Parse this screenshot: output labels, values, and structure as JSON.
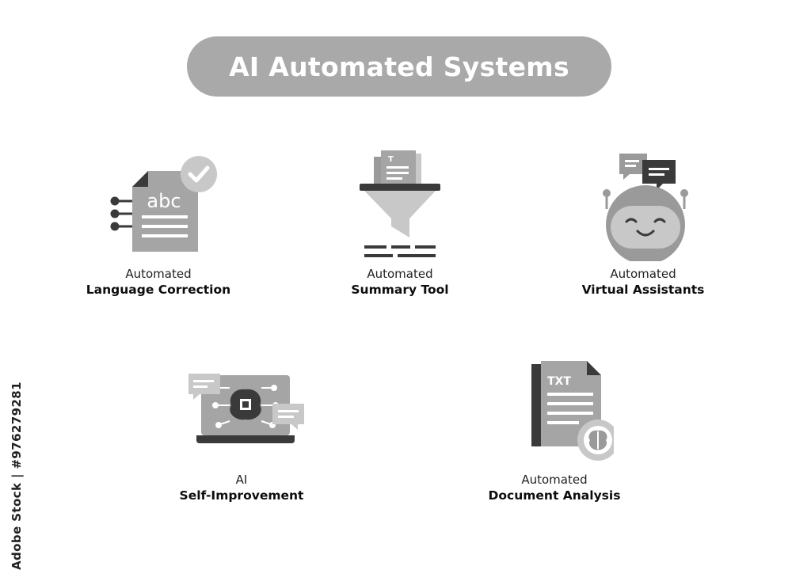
{
  "title": "AI Automated Systems",
  "items": [
    {
      "line1": "Automated",
      "line2": "Language Correction",
      "icon": "abc-document-check-icon"
    },
    {
      "line1": "Automated",
      "line2": "Summary Tool",
      "icon": "document-funnel-icon"
    },
    {
      "line1": "Automated",
      "line2": "Virtual Assistants",
      "icon": "robot-chat-icon"
    },
    {
      "line1": "AI",
      "line2": "Self-Improvement",
      "icon": "laptop-brain-chip-icon"
    },
    {
      "line1": "Automated",
      "line2": "Document Analysis",
      "icon": "txt-document-brain-icon"
    }
  ],
  "icon_text": {
    "abc": "abc",
    "txt": "TXT",
    "t": "T"
  },
  "watermark": "Adobe Stock | #976279281",
  "colors": {
    "pill": "#a9a9a9",
    "icon_light": "#c8c8c8",
    "icon_mid": "#9a9a9a",
    "icon_dark": "#3a3a3a"
  }
}
